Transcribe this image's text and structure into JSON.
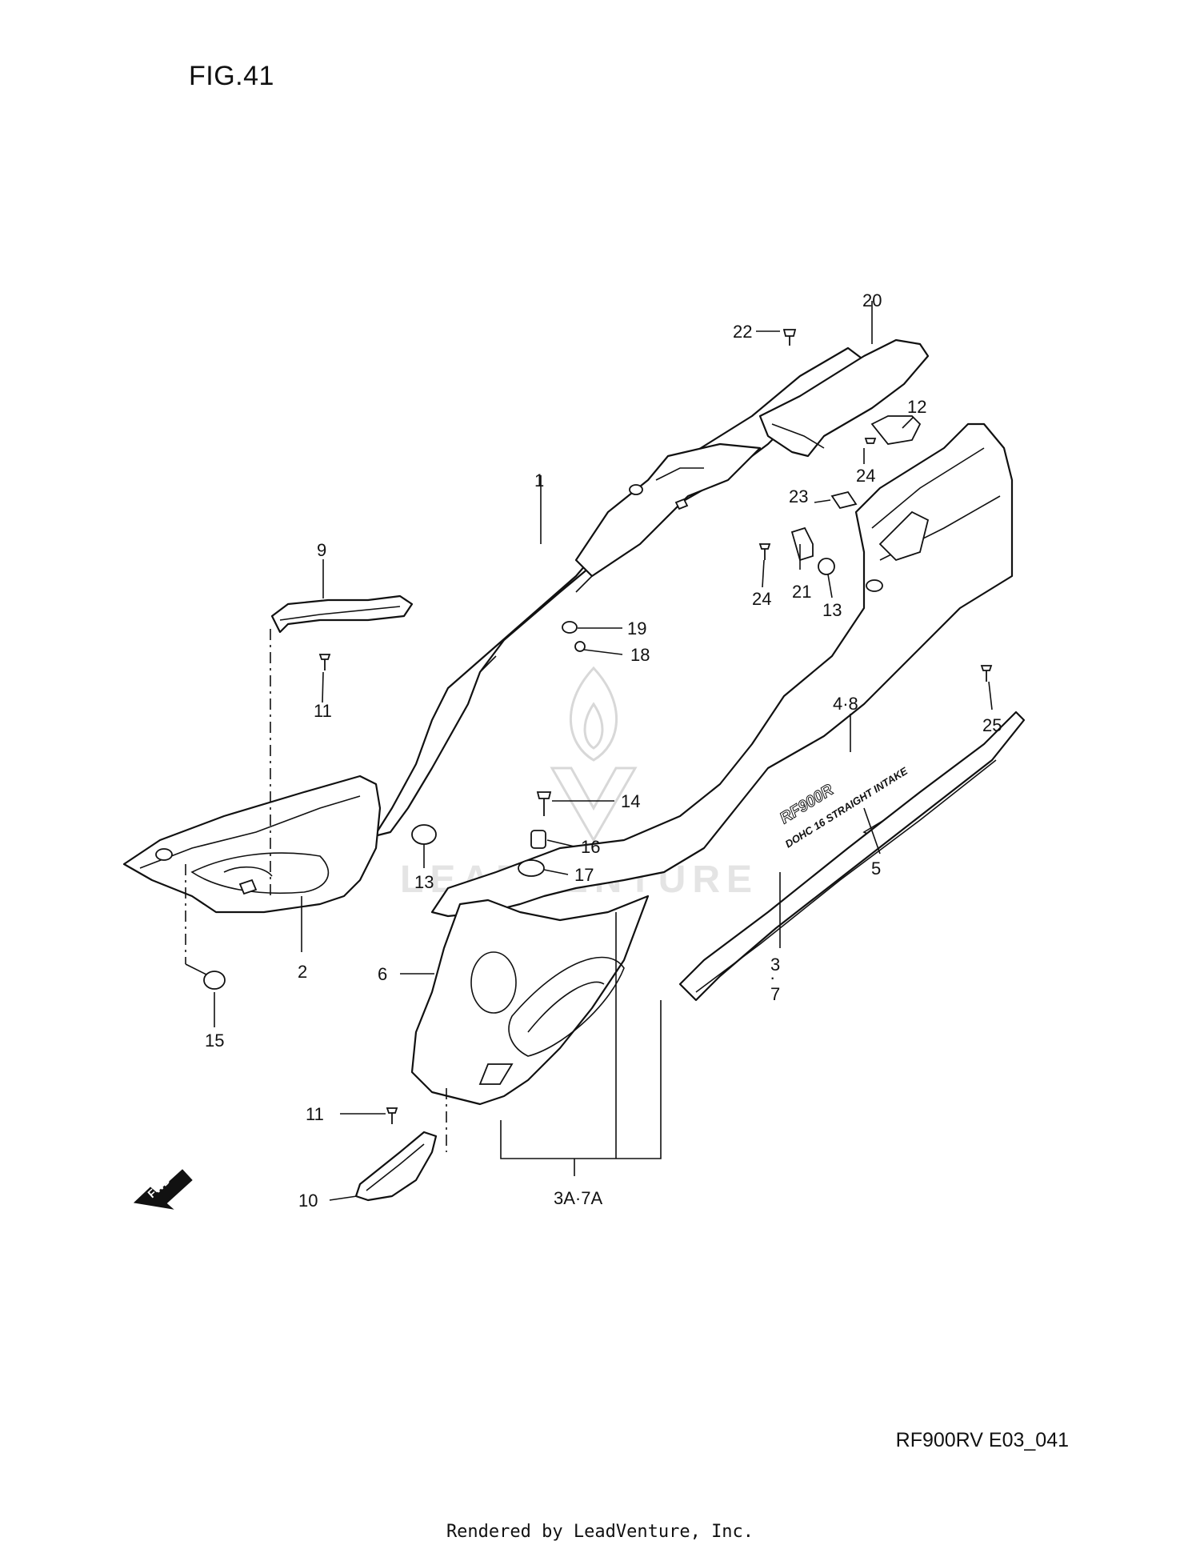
{
  "figure": {
    "title": "FIG.41",
    "code": "RF900RV E03_041"
  },
  "footer": {
    "credit": "Rendered by LeadVenture, Inc."
  },
  "watermark": {
    "text": "LEADVENTURE"
  },
  "arrow": {
    "label": "FWD"
  },
  "decal": {
    "model": "RF900R",
    "slogan": "DOHC 16 STRAIGHT INTAKE"
  },
  "callouts": {
    "p1": "1",
    "p2": "2",
    "p3_7": "3",
    "p3_7b": "7",
    "p3a_7a": "3A·7A",
    "p4_8": "4·8",
    "p5": "5",
    "p6": "6",
    "p9": "9",
    "p10": "10",
    "p11_top": "11",
    "p11_bottom": "11",
    "p12": "12",
    "p13_left": "13",
    "p13_right": "13",
    "p14": "14",
    "p15": "15",
    "p16": "16",
    "p17": "17",
    "p18": "18",
    "p19": "19",
    "p20": "20",
    "p21": "21",
    "p22": "22",
    "p23": "23",
    "p24_top": "24",
    "p24_mid": "24",
    "p25": "25"
  }
}
